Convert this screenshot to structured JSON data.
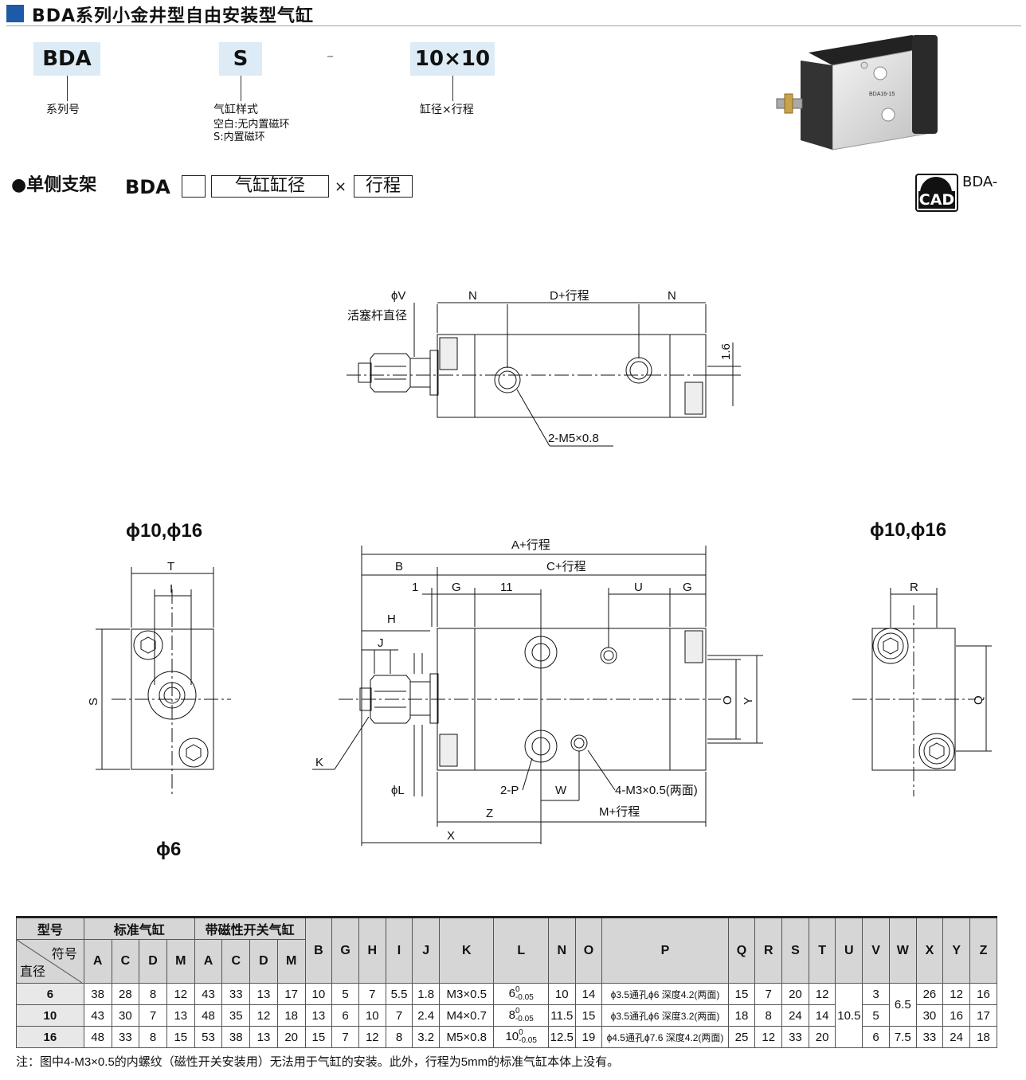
{
  "title": "BDA系列小金井型自由安装型气缸",
  "code": {
    "series": {
      "value": "BDA",
      "label": "系列号"
    },
    "style": {
      "value": "S",
      "label": "气缸样式",
      "note1": "空白:无内置磁环",
      "note2": "S:内置磁环"
    },
    "dash": "–",
    "size": {
      "value": "10×10",
      "label": "缸径×行程"
    }
  },
  "product_label": "BDA16-15",
  "section": {
    "bullet": "●",
    "name": "单侧支架",
    "model": "BDA",
    "box_bore": "气缸缸径",
    "times": "×",
    "box_stroke": "行程"
  },
  "cad": {
    "badge": "CAD",
    "text": "BDA-"
  },
  "drawing": {
    "top": {
      "phiV": "ϕV",
      "rod_dia": "活塞杆直径",
      "N": "N",
      "D_stroke": "D+行程",
      "N2": "N",
      "dim16": "1.6",
      "port": "2-M5×0.8"
    },
    "left_title": "ϕ10,ϕ16",
    "left_bottom": "ϕ6",
    "right_title": "ϕ10,ϕ16",
    "left": {
      "T": "T",
      "I": "I",
      "S": "S"
    },
    "right": {
      "R": "R",
      "Q": "Q"
    },
    "main": {
      "A": "A+行程",
      "B": "B",
      "C": "C+行程",
      "one": "1",
      "G": "G",
      "eleven": "11",
      "U": "U",
      "G2": "G",
      "H": "H",
      "J": "J",
      "K": "K",
      "phiL": "ϕL",
      "P": "2-P",
      "W": "W",
      "M3": "4-M3×0.5(两面)",
      "Z": "Z",
      "M": "M+行程",
      "X": "X",
      "O": "O",
      "Y": "Y"
    }
  },
  "table": {
    "h_model": "型号",
    "h_std": "标准气缸",
    "h_mag": "带磁性开关气缸",
    "h_symbol": "符号",
    "h_bore": "直径",
    "cols_std": [
      "A",
      "C",
      "D",
      "M"
    ],
    "cols_mag": [
      "A",
      "C",
      "D",
      "M"
    ],
    "cols_rest": [
      "B",
      "G",
      "H",
      "I",
      "J",
      "K",
      "L",
      "N",
      "O",
      "P",
      "Q",
      "R",
      "S",
      "T",
      "U",
      "V",
      "W",
      "X",
      "Y",
      "Z"
    ],
    "rows": [
      {
        "bore": "6",
        "A": "38",
        "C": "28",
        "D": "8",
        "M": "12",
        "mA": "43",
        "mC": "33",
        "mD": "13",
        "mM": "17",
        "B": "10",
        "G": "5",
        "H": "7",
        "I": "5.5",
        "J": "1.8",
        "K": "M3×0.5",
        "L": "6",
        "Ltol": "0",
        "Ltol2": "-0.05",
        "N": "10",
        "O": "14",
        "P": "ϕ3.5通孔ϕ6 深度4.2(两面)",
        "Q": "15",
        "R": "7",
        "S": "20",
        "T": "12",
        "V": "3",
        "X": "26",
        "Y": "12",
        "Z": "16"
      },
      {
        "bore": "10",
        "A": "43",
        "C": "30",
        "D": "7",
        "M": "13",
        "mA": "48",
        "mC": "35",
        "mD": "12",
        "mM": "18",
        "B": "13",
        "G": "6",
        "H": "10",
        "I": "7",
        "J": "2.4",
        "K": "M4×0.7",
        "L": "8",
        "Ltol": "0",
        "Ltol2": "-0.05",
        "N": "11.5",
        "O": "15",
        "P": "ϕ3.5通孔ϕ6 深度3.2(两面)",
        "Q": "18",
        "R": "8",
        "S": "24",
        "T": "14",
        "V": "5",
        "X": "30",
        "Y": "16",
        "Z": "17"
      },
      {
        "bore": "16",
        "A": "48",
        "C": "33",
        "D": "8",
        "M": "15",
        "mA": "53",
        "mC": "38",
        "mD": "13",
        "mM": "20",
        "B": "15",
        "G": "7",
        "H": "12",
        "I": "8",
        "J": "3.2",
        "K": "M5×0.8",
        "L": "10",
        "Ltol": "0",
        "Ltol2": "-0.05",
        "N": "12.5",
        "O": "19",
        "P": "ϕ4.5通孔ϕ7.6 深度4.2(两面)",
        "Q": "25",
        "R": "12",
        "S": "33",
        "T": "20",
        "V": "6",
        "X": "33",
        "Y": "24",
        "Z": "18"
      }
    ],
    "U_merged": "10.5",
    "W_merged_6_10": "6.5",
    "W_16": "7.5"
  },
  "note": "注：图中4-M3×0.5的内螺纹（磁性开关安装用）无法用于气缸的安装。此外，行程为5mm的标准气缸本体上没有。"
}
